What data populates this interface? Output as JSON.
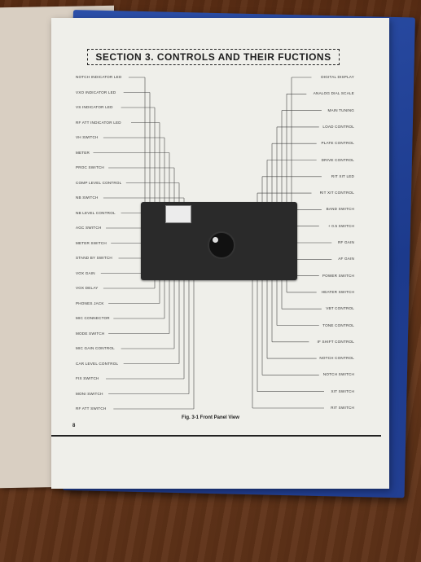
{
  "header": {
    "title": "SECTION 3. CONTROLS AND THEIR FUCTIONS"
  },
  "left_labels": [
    "NOTCH INDICATOR LED",
    "VXO INDICATOR LED",
    "VS INDICATOR LED",
    "RF ATT INDICATOR LED",
    "VH SWITCH",
    "METER",
    "PROC SWITCH",
    "COMP LEVEL CONTROL",
    "NB SWITCH",
    "NB LEVEL CONTROL",
    "AGC SWITCH",
    "METER SWITCH",
    "STAND BY SWITCH",
    "VOX GAIN",
    "VOX DELAY",
    "PHONES JACK",
    "MIC CONNECTOR",
    "MODE SWITCH",
    "MIC GAIN CONTROL",
    "CAR LEVEL CONTROL",
    "FIX SWITCH",
    "MONI SWITCH",
    "RF ATT SWITCH"
  ],
  "right_labels": [
    "DIGITAL DISPLAY",
    "ANALOG DIAL SCALE",
    "MAIN TUNING",
    "LOAD CONTROL",
    "PLATE CONTROL",
    "DRIVE CONTROL",
    "RIT XIT LED",
    "RIT XIT CONTROL",
    "BAND SWITCH",
    "+ 0.5 SWITCH",
    "RF GAIN",
    "AF GAIN",
    "POWER SWITCH",
    "HEATER SWITCH",
    "VBT CONTROL",
    "TONE CONTROL",
    "IF SHIFT CONTROL",
    "NOTCH CONTROL",
    "NOTCH SWITCH",
    "XIT SWITCH",
    "RIT SWITCH"
  ],
  "figure": {
    "caption": "Fig. 3-1  Front Panel View"
  },
  "page_number": "8"
}
